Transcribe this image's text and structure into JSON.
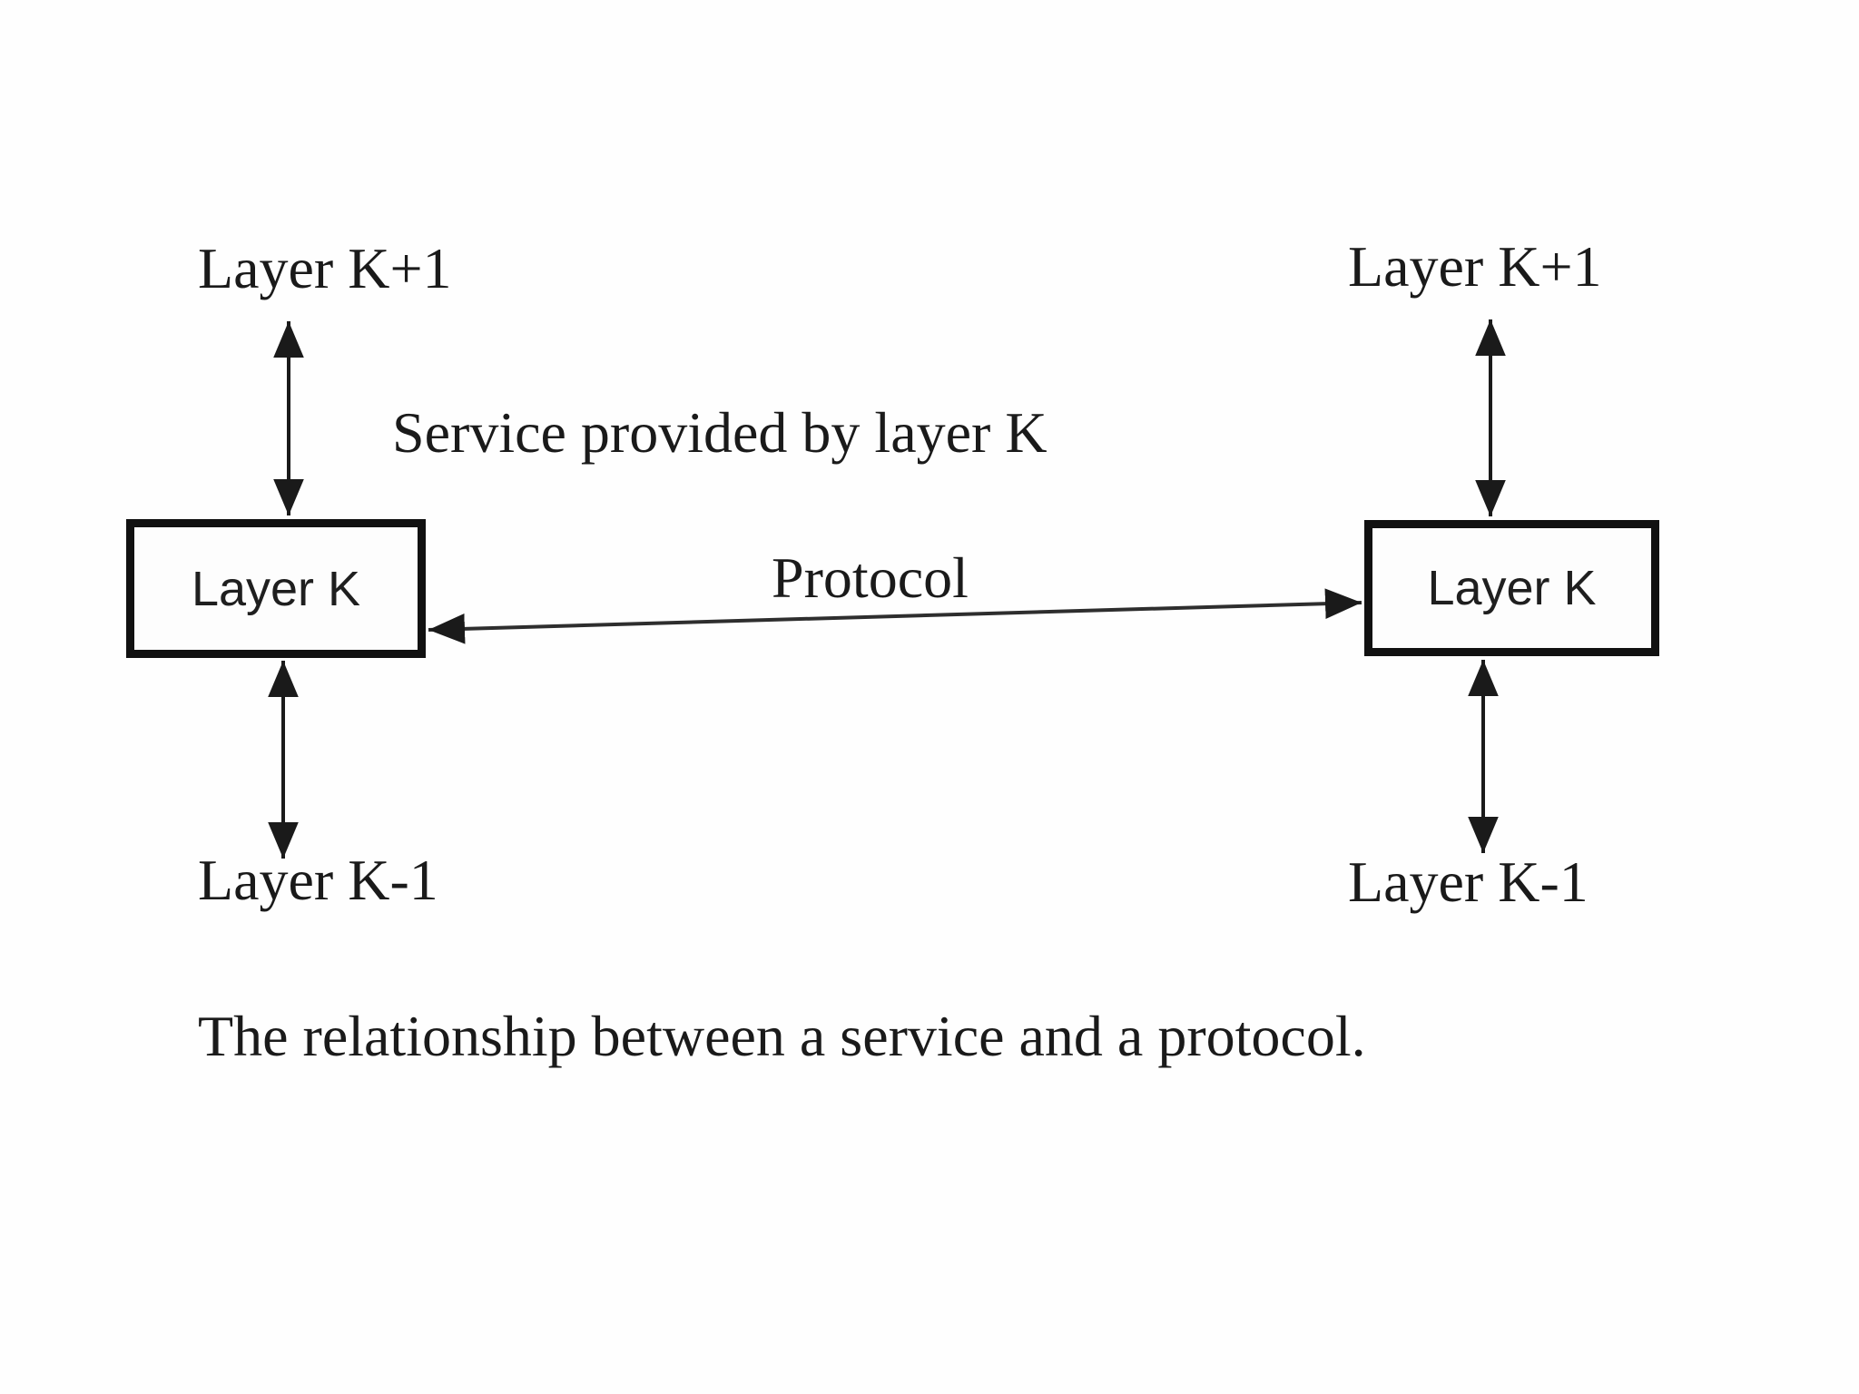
{
  "page": {
    "background": "#ffffff",
    "ink": "#1a1a1a",
    "box_border_color": "#111111",
    "protocol_line_color": "#2e2e2e"
  },
  "diagram": {
    "left_stack": {
      "upper_layer_label": "Layer K+1",
      "box_label": "Layer K",
      "lower_layer_label": "Layer K-1"
    },
    "right_stack": {
      "upper_layer_label": "Layer K+1",
      "box_label": "Layer K",
      "lower_layer_label": "Layer K-1"
    },
    "service_annotation": "Service provided by layer K",
    "protocol_annotation": "Protocol"
  },
  "caption": "The relationship between a service and a protocol."
}
